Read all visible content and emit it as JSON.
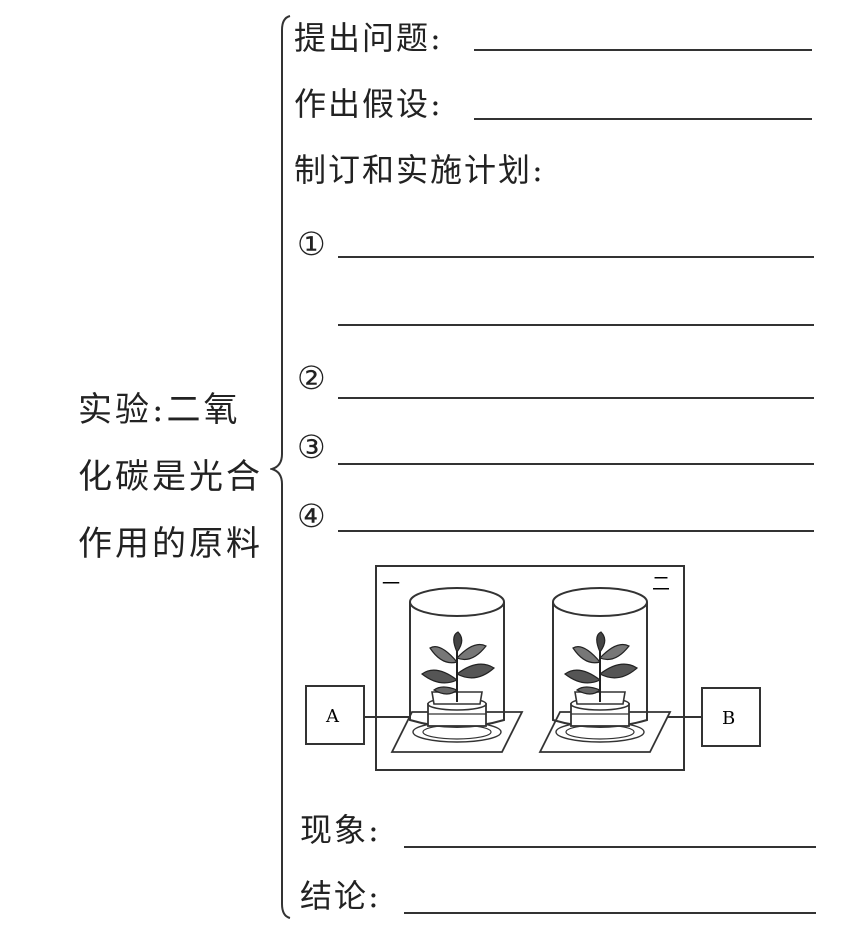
{
  "topic": {
    "lines": [
      "实验:二氧",
      "化碳是光合",
      "作用的原料"
    ]
  },
  "sections": {
    "question": "提出问题:",
    "hypothesis": "作出假设:",
    "plan": "制订和实施计划:",
    "phenomenon": "现象:",
    "conclusion": "结论:"
  },
  "steps": [
    "①",
    "②",
    "③",
    "④"
  ],
  "figure": {
    "jar_labels": [
      "一",
      "二"
    ],
    "box_left": "A",
    "box_right": "B"
  }
}
